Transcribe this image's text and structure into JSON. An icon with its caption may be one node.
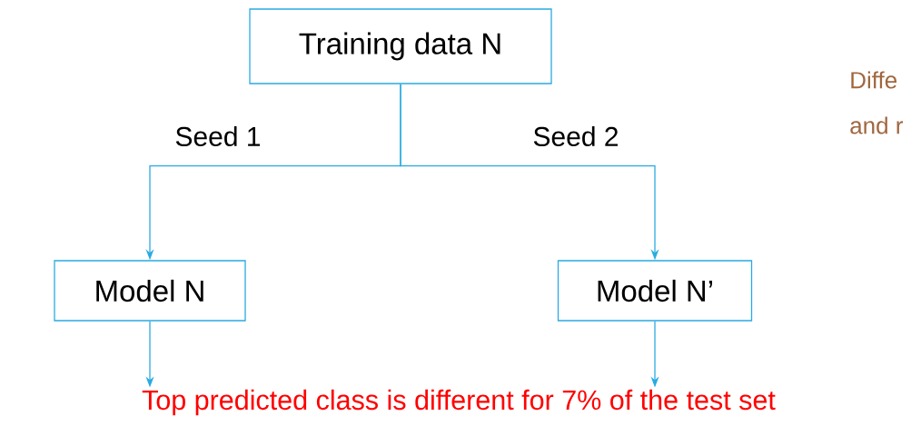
{
  "diagram": {
    "nodes": [
      {
        "text": [
          "Training data N"
        ]
      },
      {
        "text": [
          "Model N"
        ]
      },
      {
        "text": [
          "Model N’"
        ]
      },
      {
        "text": [
          "Top predicted class is different for 7% of the test set"
        ]
      }
    ],
    "edges": [
      {
        "from": 0,
        "to": 1,
        "arrow": "to",
        "label": "Seed 1"
      },
      {
        "from": 0,
        "to": 2,
        "arrow": "to",
        "label": "Seed 2"
      },
      {
        "from": 1,
        "to": 3,
        "arrow": "to"
      },
      {
        "from": 2,
        "to": 3,
        "arrow": "to"
      }
    ],
    "labels": [
      "Diffe",
      "and r"
    ]
  }
}
